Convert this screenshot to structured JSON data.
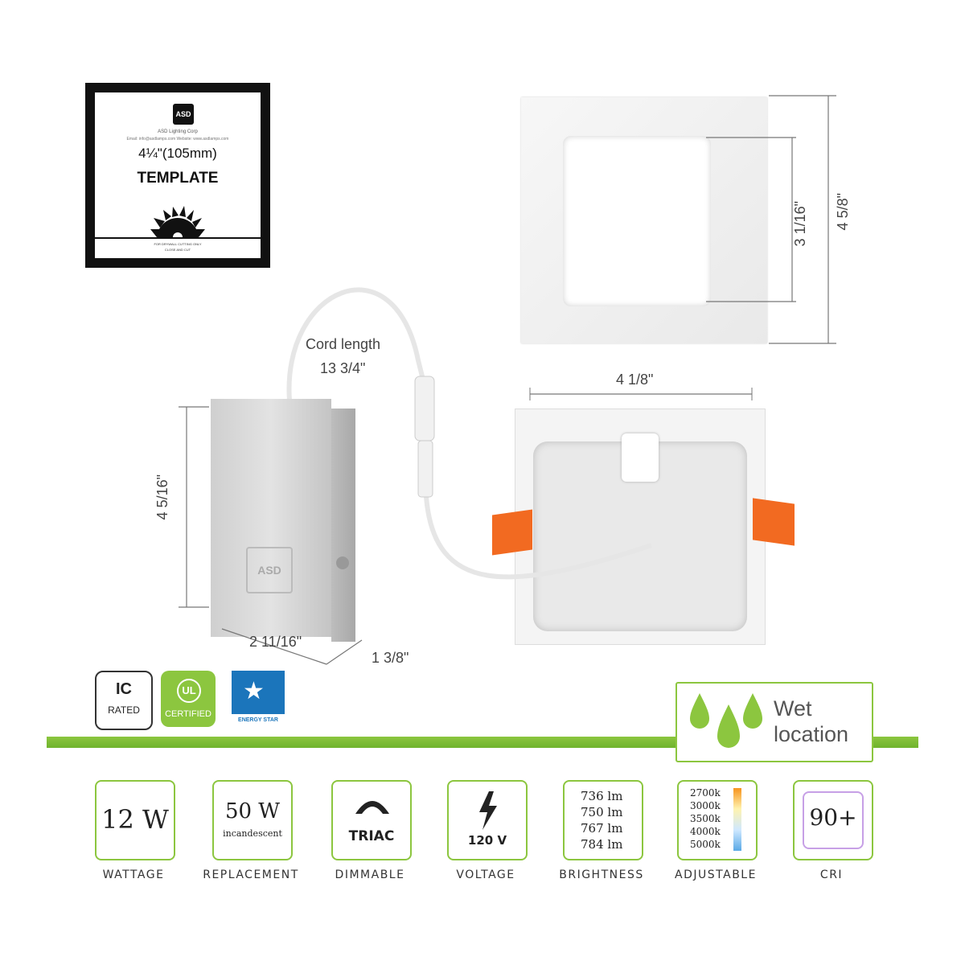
{
  "template_card": {
    "logo": "ASD",
    "company": "ASD Lighting Corp",
    "company_line2": "Email: info@asdlamps.com   Website: www.asdlamps.com",
    "size": "4¼\"(105mm)",
    "word": "TEMPLATE",
    "fine1": "FOR DRYWALL CUTTING ONLY",
    "fine2": "CLOSE AND CUT"
  },
  "dimensions": {
    "panel_outer": "4 5/8\"",
    "panel_inner": "3 1/16\"",
    "back_width": "4 1/8\"",
    "cord_label": "Cord length",
    "cord_value": "13 3/4\"",
    "box_height": "4 5/16\"",
    "box_width": "2 11/16\"",
    "box_depth": "1 3/8\""
  },
  "certifications": {
    "ic_top": "IC",
    "ic_bottom": "RATED",
    "ul_text": "UL",
    "ul_bottom": "CERTIFIED",
    "energy_bottom": "ENERGY STAR"
  },
  "wet": {
    "line1": "Wet",
    "line2": "location"
  },
  "specs": [
    {
      "big": "12 W",
      "label": "WATTAGE"
    },
    {
      "big": "50 W",
      "sub": "incandescent",
      "label": "REPLACEMENT"
    },
    {
      "big": "TRIAC",
      "label": "DIMMABLE"
    },
    {
      "big": "120 V",
      "label": "VOLTAGE"
    },
    {
      "lines": [
        "736 lm",
        "750 lm",
        "767 lm",
        "784 lm"
      ],
      "label": "BRIGHTNESS"
    },
    {
      "lines": [
        "2700k",
        "3000k",
        "3500k",
        "4000k",
        "5000k"
      ],
      "label": "ADJUSTABLE"
    },
    {
      "big": "90+",
      "label": "CRI"
    }
  ],
  "colors": {
    "accent": "#8cc63f",
    "orange": "#f26a21",
    "energy": "#1b75bb"
  }
}
